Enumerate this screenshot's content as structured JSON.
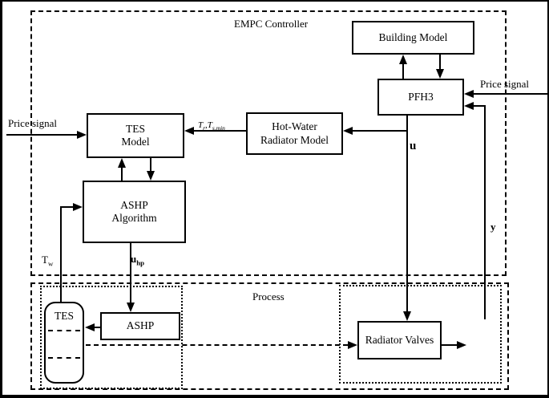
{
  "diagram": {
    "titles": {
      "controller": "EMPC Controller",
      "process": "Process"
    },
    "boxes": {
      "building_model": "Building Model",
      "pfh3": "PFH3",
      "hot_water_radiator": {
        "line1": "Hot-Water",
        "line2": "Radiator Model"
      },
      "tes_model": {
        "line1": "TES",
        "line2": "Model"
      },
      "ashp_algorithm": {
        "line1": "ASHP",
        "line2": "Algorithm"
      },
      "ashp": "ASHP",
      "tes_tank": "TES",
      "radiator_valves": "Radiator Valves"
    },
    "labels": {
      "price_signal_left": "Price signal",
      "price_signal_right": "Price signal",
      "u": "u",
      "y": "y",
      "u_hp": {
        "base": "u",
        "sub": "hp"
      },
      "t_w": {
        "base": "T",
        "sub": "w"
      },
      "tr_ts": {
        "t1": "T",
        "s1": "r",
        "sep": ",",
        "t2": "T",
        "s2": "s,min"
      }
    },
    "colors": {
      "line": "#000000",
      "background": "#ffffff"
    }
  }
}
